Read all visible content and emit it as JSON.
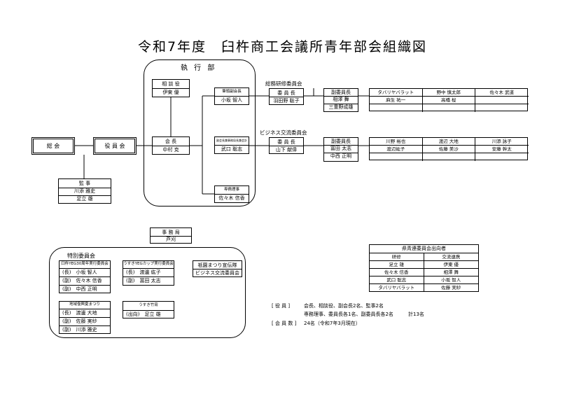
{
  "title": "令和7年度　臼杵商工会議所青年部会組織図",
  "executive_label": "執 行 部",
  "general_meeting": "総 会",
  "board": "役 員 会",
  "advisor": {
    "title": "相 談 役",
    "name": "伊東 優"
  },
  "chairman": {
    "title": "会 長",
    "name": "中村 克"
  },
  "auditor": {
    "title": "監 事",
    "names": [
      "川添 雅史",
      "足立 雄"
    ]
  },
  "vice_chair_lead": {
    "title": "筆頭副会長",
    "name": "小坂 智人"
  },
  "vice_chair_2": {
    "title": "副会長兼事務局長兼会計",
    "name": "武口 聡志"
  },
  "secretary_general": {
    "title": "専務理事",
    "name": "佐々木 信香"
  },
  "committee1": {
    "name": "総務研修委員会",
    "chair_title": "委 員 長",
    "chair_name": "羽田野 聡子",
    "vice_title": "副委員長",
    "vices": [
      "相澤 舞",
      "三重野成雄"
    ],
    "members": [
      [
        "タバリヤバラット",
        "野中 慎太郎",
        "佐々木 武道"
      ],
      [
        "麻生 祐一",
        "高橋 桜",
        ""
      ],
      [
        "",
        "",
        ""
      ]
    ]
  },
  "committee2": {
    "name": "ビジネス交流委員会",
    "chair_title": "委 員 長",
    "chair_name": "山下 献偉",
    "vice_title": "副委員長",
    "vices": [
      "冨田 太志",
      "中西 正明"
    ],
    "members": [
      [
        "川野 裕也",
        "渡辺 大地",
        "川添 詠子"
      ],
      [
        "渡辺紘子",
        "佐藤 美沙",
        "安藤 幹太"
      ],
      [
        "",
        "",
        ""
      ]
    ]
  },
  "office": {
    "title": "事 務 局",
    "name": "芦刈"
  },
  "special_committees_label": "特別委員会",
  "special": {
    "yeg": {
      "title": "臼杵YEG30周年実行委員会",
      "rows": [
        "(長)　小坂 智人",
        "(副)　佐々木 信香",
        "(副)　中西 正明"
      ]
    },
    "usuki_cup": {
      "title": "うすきYEGカップ実行委員会",
      "rows": [
        "(長)　渡邊 紘子",
        "(副)　冨田 太志"
      ]
    },
    "gion": {
      "rows": [
        "祇園まつり宣伝隊",
        "ビジネス交流委員会"
      ]
    },
    "revival": {
      "title": "地域復興夏まつり",
      "rows": [
        "(長)　渡邊 大地",
        "(副)　佐藤 実紗",
        "(副)　川添 雅史"
      ]
    },
    "takeyoi": {
      "title": "うすき竹宵",
      "rows": [
        "(出向)　足立 雄"
      ]
    }
  },
  "prefecture": {
    "title": "県青連委員会出向者",
    "headers": [
      "研修",
      "交流連携"
    ],
    "rows": [
      [
        "足立 雄",
        "伊東 優"
      ],
      [
        "佐々木 信香",
        "相澤 舞"
      ],
      [
        "武口 聡志",
        "小坂 智人"
      ],
      [
        "タバリヤバラット",
        "佐藤 実紗"
      ]
    ]
  },
  "notes": {
    "officers_label": "[ 役 員 ]",
    "officers_line1": "会長、相談役、副会長2名、監事2名",
    "officers_line2": "専務理事、委員長各1名、副委員長各2名",
    "officers_total": "計13名",
    "members_label": "[ 会 員 数 ]",
    "members_value": "24名（令和7年3月現在）"
  }
}
